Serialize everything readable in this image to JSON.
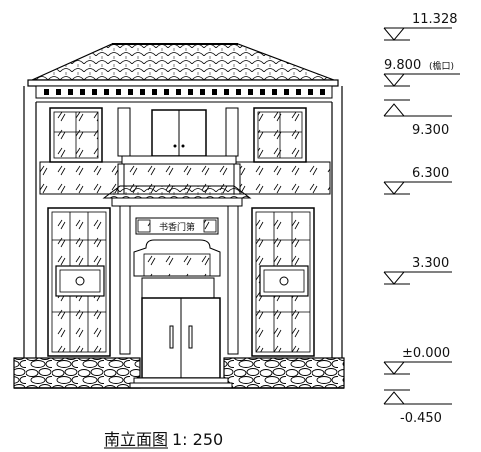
{
  "title": {
    "name": "南立面图",
    "scale": "1: 250"
  },
  "plaque": "书香门第",
  "levels": [
    {
      "value": "11.328",
      "note": ""
    },
    {
      "value": "9.800",
      "note": "(檐口)"
    },
    {
      "value": "9.300",
      "note": ""
    },
    {
      "value": "6.300",
      "note": ""
    },
    {
      "value": "3.300",
      "note": ""
    },
    {
      "value": "±0.000",
      "note": ""
    },
    {
      "value": "-0.450",
      "note": ""
    }
  ]
}
